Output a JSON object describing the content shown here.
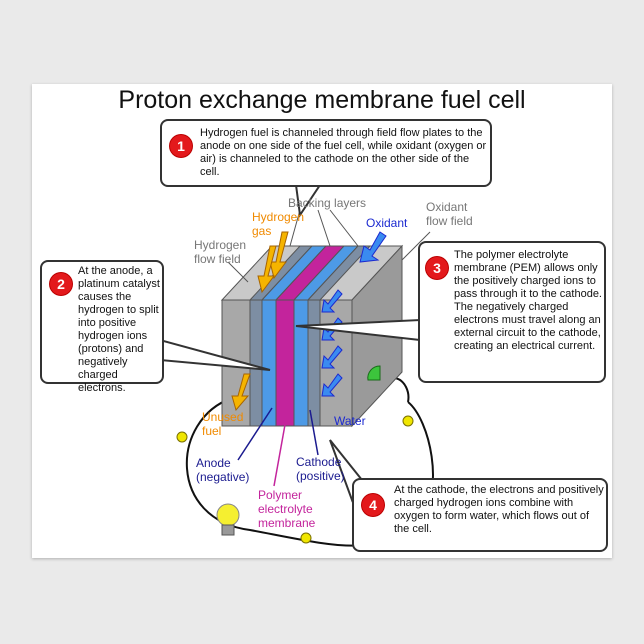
{
  "title": "Proton exchange membrane fuel cell",
  "steps": [
    {
      "number": "1",
      "text": "Hydrogen fuel is channeled through field flow plates to the anode on one side of the fuel cell, while oxidant (oxygen or air) is channeled to the cathode on the other side of the cell."
    },
    {
      "number": "2",
      "text": "At the anode, a platinum catalyst causes the hydrogen to split into positive hydrogen ions (protons) and negatively charged electrons."
    },
    {
      "number": "3",
      "text": "The polymer electrolyte membrane (PEM) allows only the positively charged ions to pass through it to the cathode. The negatively charged electrons must travel along an external circuit to the cathode, creating an electrical current."
    },
    {
      "number": "4",
      "text": "At the cathode, the electrons and positively charged hydrogen ions combine with oxygen to form water, which flows out of the cell."
    }
  ],
  "labels": {
    "backing_layers": "Backing layers",
    "hydrogen_gas": "Hydrogen gas",
    "oxidant": "Oxidant",
    "oxidant_flow_field": "Oxidant flow field",
    "hydrogen_flow_field": "Hydrogen flow field",
    "unused_fuel": "Unused fuel",
    "water": "Water",
    "anode": "Anode (negative)",
    "cathode": "Cathode (positive)",
    "polymer_membrane": "Polymer electrolyte membrane"
  },
  "colors": {
    "step_badge": "#e3191c",
    "hydrogen": "#f08a00",
    "oxidant": "#1c2ad0",
    "membrane": "#c3249c",
    "anode_cathode": "#1b1b8f",
    "flow_field": "#9a9a9a",
    "backing_blue": "#6aa6e8",
    "electron": "#e8e000",
    "bulb": "#f5ef30"
  },
  "icons": [
    "light-bulb-icon",
    "electron-icon",
    "arrow-icon",
    "meter-icon"
  ]
}
